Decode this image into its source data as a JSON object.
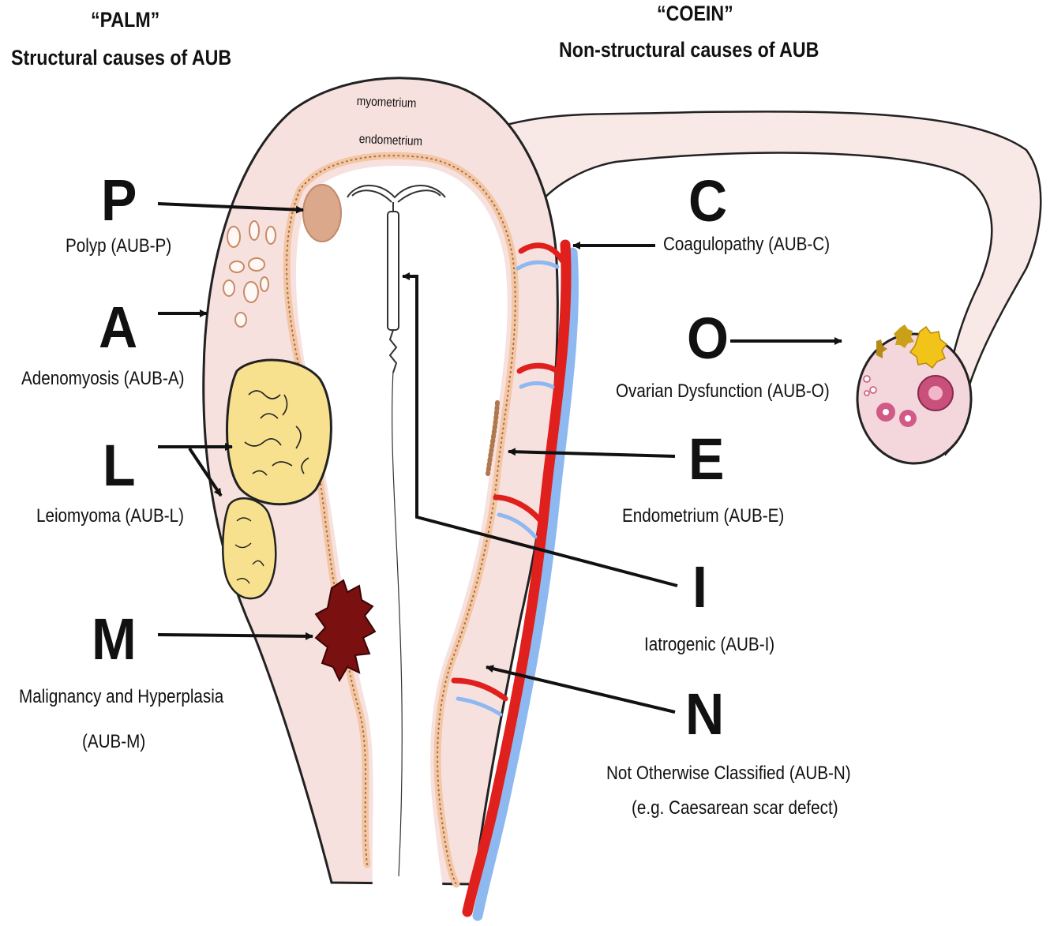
{
  "headers": {
    "palm_title": "“PALM”",
    "palm_subtitle": "Structural causes of AUB",
    "coein_title": "“COEIN”",
    "coein_subtitle": "Non-structural causes of AUB"
  },
  "anatomy": {
    "myometrium": "myometrium",
    "endometrium": "endometrium"
  },
  "palm": [
    {
      "letter": "P",
      "label": "Polyp  (AUB-P)"
    },
    {
      "letter": "A",
      "label": "Adenomyosis (AUB-A)"
    },
    {
      "letter": "L",
      "label": "Leiomyoma (AUB-L)"
    },
    {
      "letter": "M",
      "label": "Malignancy and Hyperplasia",
      "label2": "(AUB-M)"
    }
  ],
  "coein": [
    {
      "letter": "C",
      "label": "Coagulopathy  (AUB-C)"
    },
    {
      "letter": "O",
      "label": "Ovarian Dysfunction (AUB-O)"
    },
    {
      "letter": "E",
      "label": "Endometrium (AUB-E)"
    },
    {
      "letter": "I",
      "label": "Iatrogenic (AUB-I)"
    },
    {
      "letter": "N",
      "label": "Not Otherwise Classified (AUB-N)",
      "label2": "(e.g. Caesarean scar defect)"
    }
  ],
  "colors": {
    "myometrium": "#f7e1df",
    "endometrium": "#f3c6a4",
    "leiomyoma": "#f7e18e",
    "malignancy": "#7a1010",
    "artery": "#e0201c",
    "vein": "#8db8f0",
    "ovary": "#f4d7dc"
  }
}
